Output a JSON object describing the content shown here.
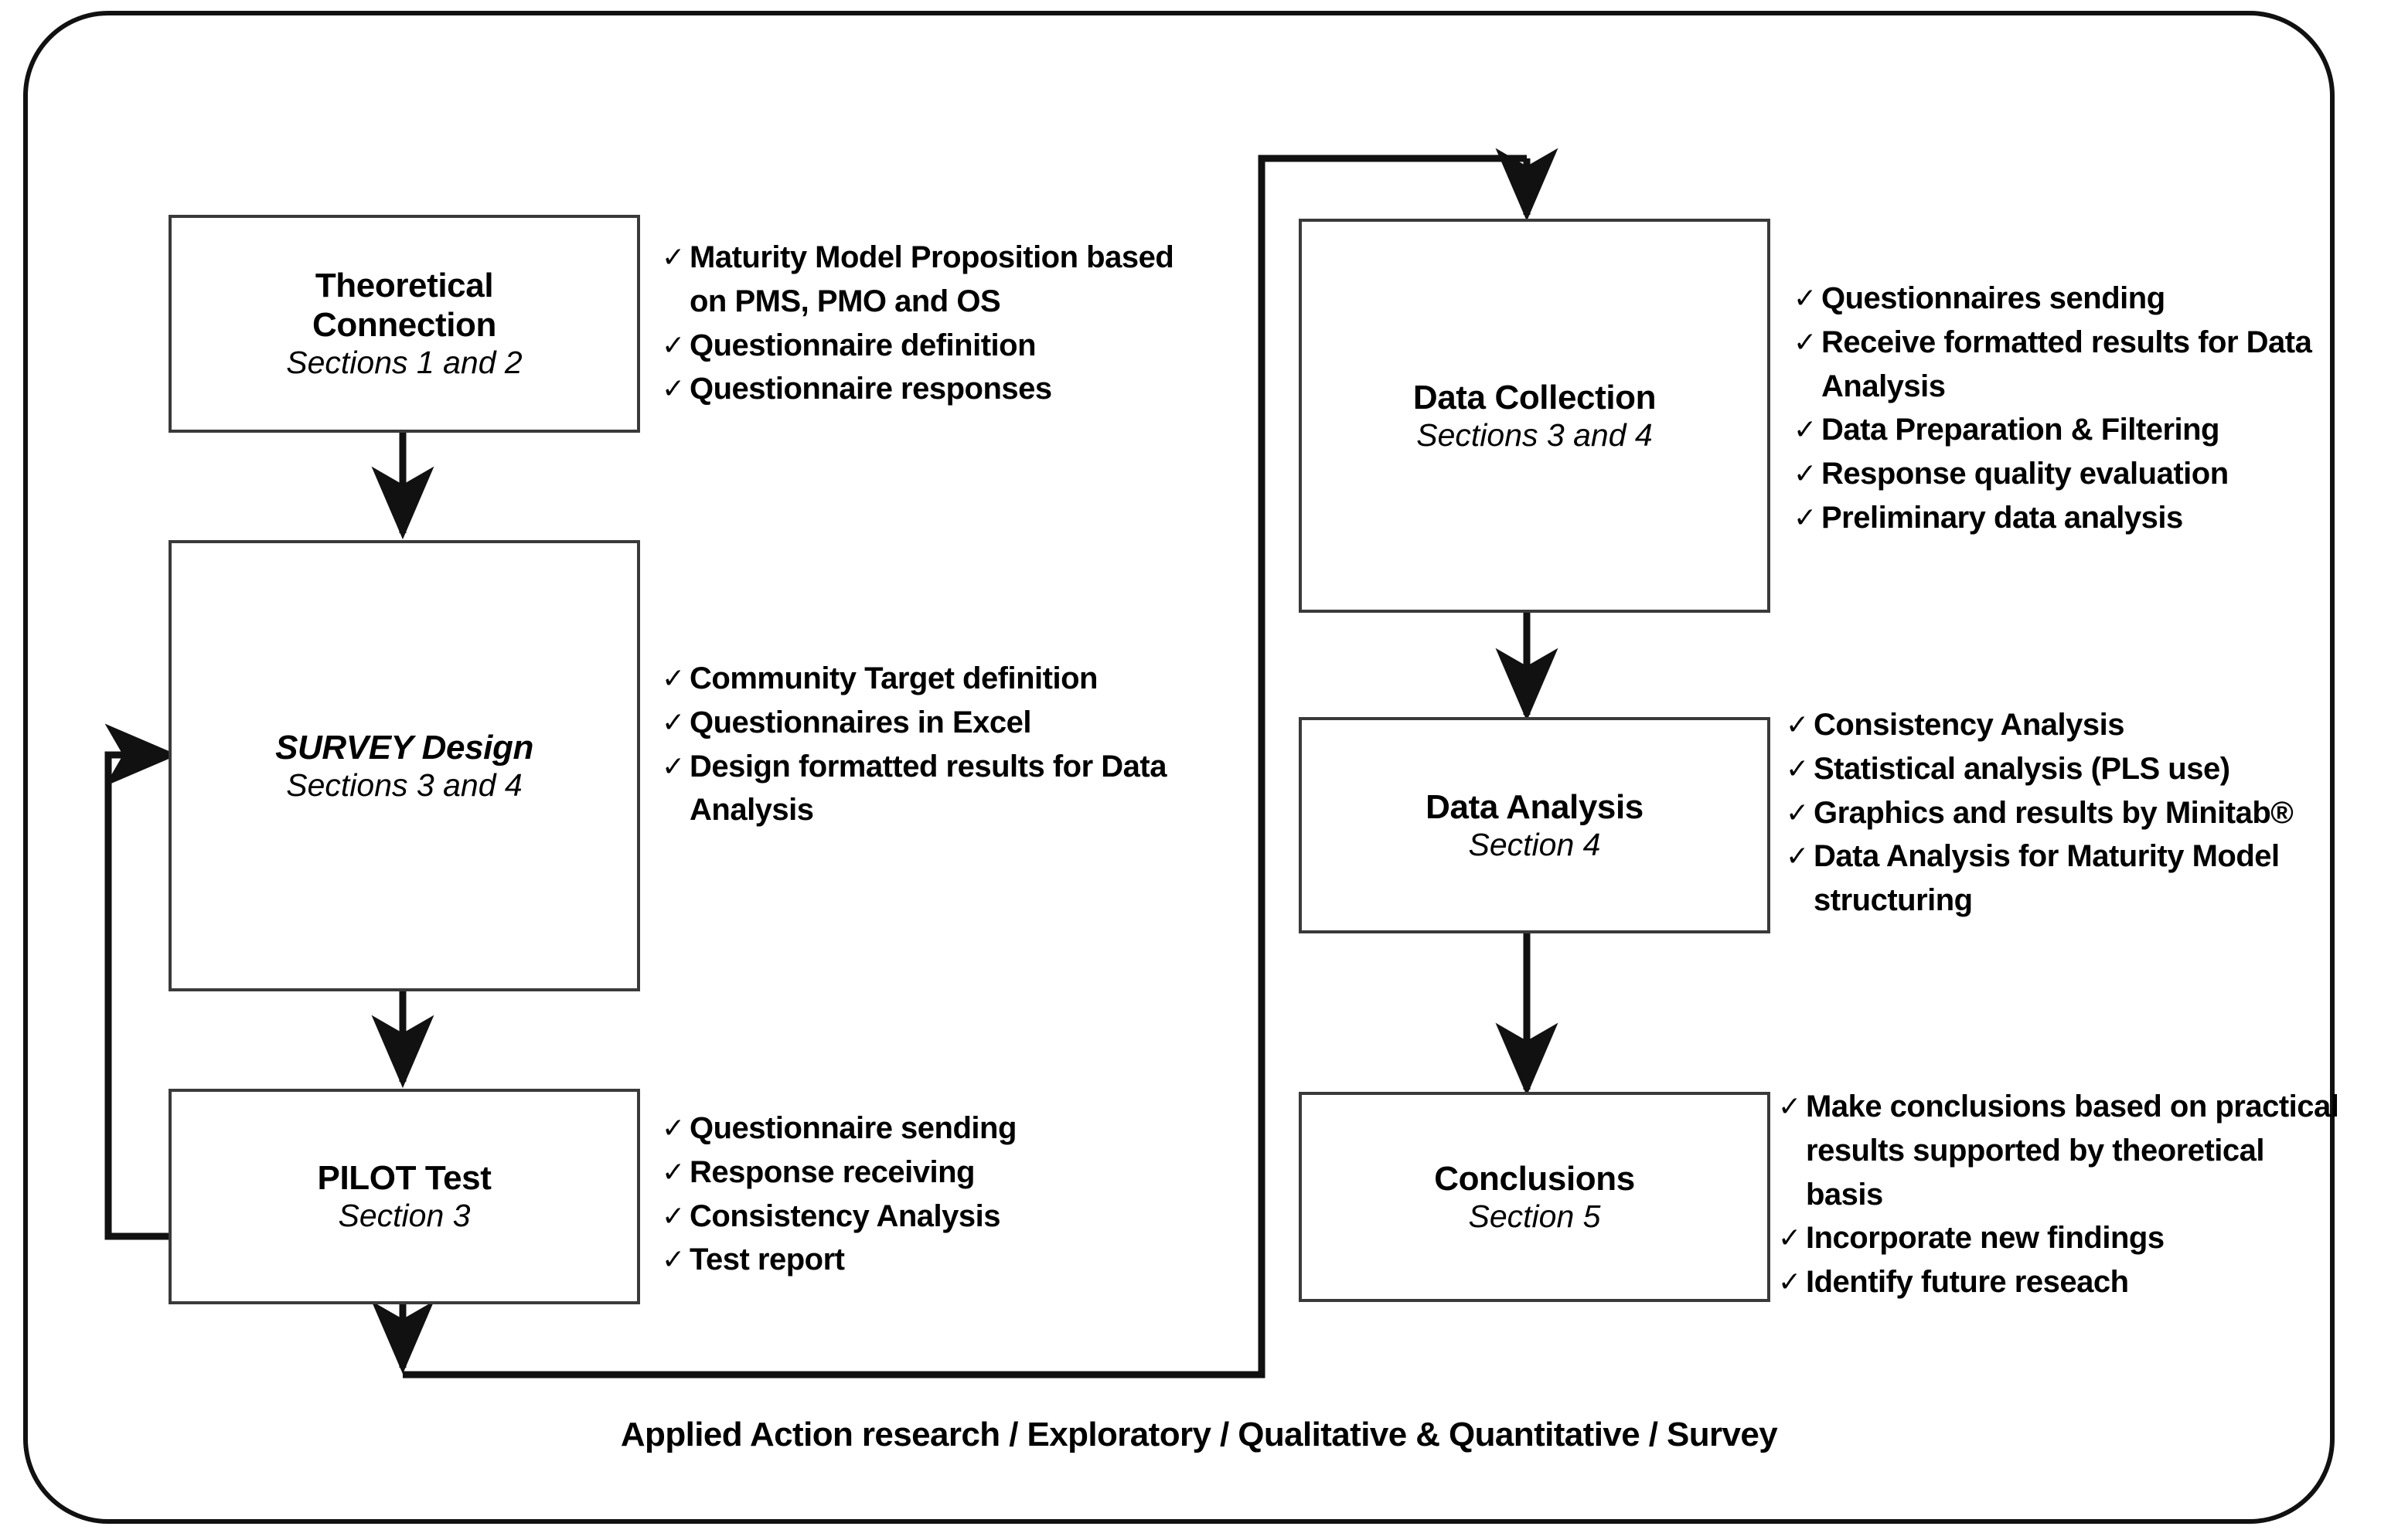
{
  "diagram": {
    "footer_caption": "Applied Action research / Exploratory / Qualitative & Quantitative / Survey",
    "tick_glyph": "✓"
  },
  "nodes": [
    {
      "id": "theoretical-connection",
      "title_line1": "Theoretical",
      "title_line2": "Connection",
      "subtitle": "Sections 1 and 2",
      "bullets": [
        "Maturity Model Proposition based on PMS, PMO and OS",
        "Questionnaire definition",
        "Questionnaire responses"
      ]
    },
    {
      "id": "survey-design",
      "title_line1": "SURVEY Design",
      "title_line2": "",
      "subtitle": "Sections 3 and 4",
      "bullets": [
        "Community  Target definition",
        "Questionnaires in Excel",
        "Design formatted results for Data Analysis"
      ]
    },
    {
      "id": "pilot-test",
      "title_line1": "PILOT Test",
      "title_line2": "",
      "subtitle": "Section 3",
      "bullets": [
        "Questionnaire sending",
        "Response receiving",
        "Consistency Analysis",
        "Test report"
      ]
    },
    {
      "id": "data-collection",
      "title_line1": "Data Collection",
      "title_line2": "",
      "subtitle": "Sections 3 and 4",
      "bullets": [
        "Questionnaires sending",
        "Receive formatted results for Data Analysis",
        "Data Preparation & Filtering",
        "Response quality  evaluation",
        "Preliminary data analysis"
      ]
    },
    {
      "id": "data-analysis",
      "title_line1": "Data Analysis",
      "title_line2": "",
      "subtitle": "Section 4",
      "bullets": [
        "Consistency Analysis",
        "Statistical analysis (PLS use)",
        "Graphics and results by Minitab®",
        "Data Analysis for Maturity Model structuring"
      ]
    },
    {
      "id": "conclusions",
      "title_line1": "Conclusions",
      "title_line2": "",
      "subtitle": "Section 5",
      "bullets": [
        "Make conclusions based on practical results supported by theoretical basis",
        "Incorporate new findings",
        "Identify future reseach"
      ]
    }
  ],
  "colors": {
    "line": "#111111",
    "box_border": "#3a3a3a",
    "text": "#000000",
    "background": "#ffffff"
  }
}
